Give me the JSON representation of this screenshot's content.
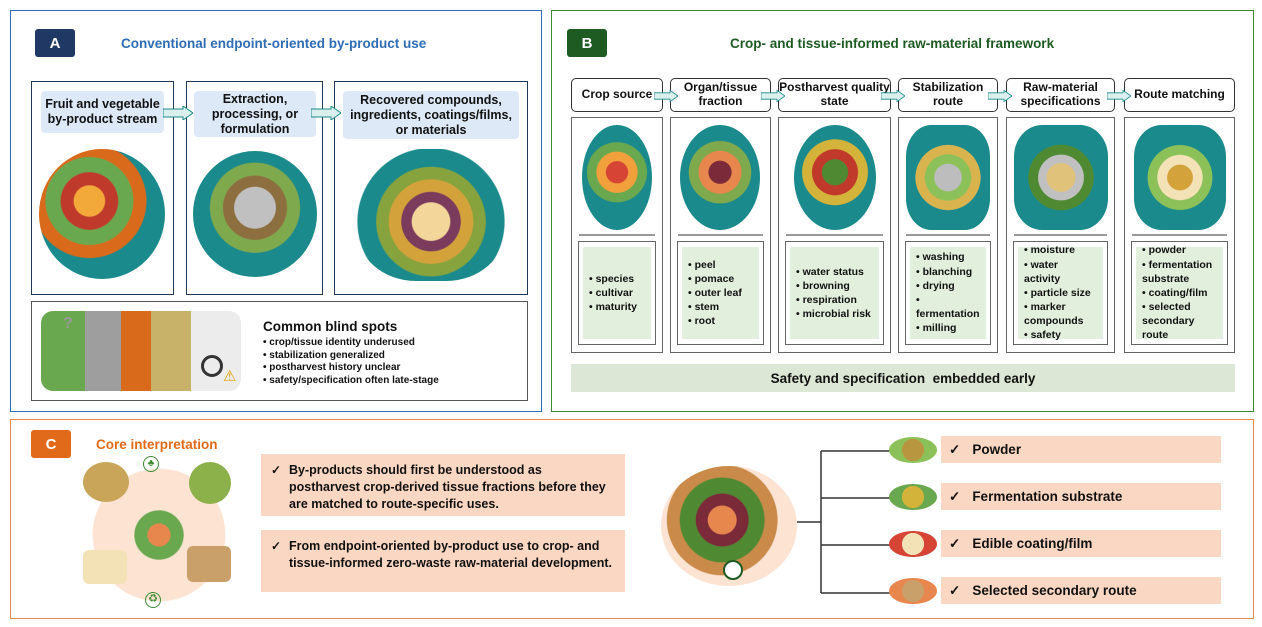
{
  "panelA": {
    "badge": "A",
    "title": "Conventional endpoint-oriented by-product use",
    "box1": "Fruit and vegetable by-product stream",
    "box2": "Extraction, processing, or formulation",
    "box3": "Recovered compounds, ingredients, coatings/films, or materials",
    "blind_title": "Common blind spots",
    "blind_items": [
      "crop/tissue identity underused",
      "stabilization generalized",
      "postharvest history unclear",
      "safety/specification often late-stage"
    ]
  },
  "panelB": {
    "badge": "B",
    "title": "Crop- and tissue-informed raw-material framework",
    "stages": [
      {
        "label": "Crop source",
        "items": [
          "species",
          "cultivar",
          "maturity"
        ]
      },
      {
        "label": "Organ/tissue fraction",
        "items": [
          "peel",
          "pomace",
          "outer leaf",
          "stem",
          "root"
        ]
      },
      {
        "label": "Postharvest quality state",
        "items": [
          "water status",
          "browning",
          "respiration",
          "microbial risk"
        ]
      },
      {
        "label": "Stabilization route",
        "items": [
          "washing",
          "blanching",
          "drying",
          "fermentation",
          "milling"
        ]
      },
      {
        "label": "Raw-material specifications",
        "items": [
          "moisture",
          "water activity",
          "particle size",
          "marker compounds",
          "safety"
        ]
      },
      {
        "label": "Route matching",
        "items": [
          "powder",
          "fermentation substrate",
          "coating/film",
          "selected secondary route"
        ]
      }
    ],
    "footer": "Safety and specification  embedded early"
  },
  "panelC": {
    "badge": "C",
    "title": "Core interpretation",
    "statements": [
      "By-products should first be understood as postharvest crop-derived tissue fractions before they are matched to route-specific uses.",
      "From endpoint-oriented by-product use to crop- and tissue-informed zero-waste raw-material development."
    ],
    "check": "✓",
    "routes": [
      "Powder",
      "Fermentation substrate",
      "Edible coating/film",
      "Selected secondary route"
    ]
  },
  "colors": {
    "blue": "#2e6db3",
    "navy": "#1f3864",
    "green": "#3d8a32",
    "darkgreen": "#1e5b23",
    "orange": "#e8874d",
    "peach": "#fad7c3",
    "teal": "#1a8a8c"
  }
}
